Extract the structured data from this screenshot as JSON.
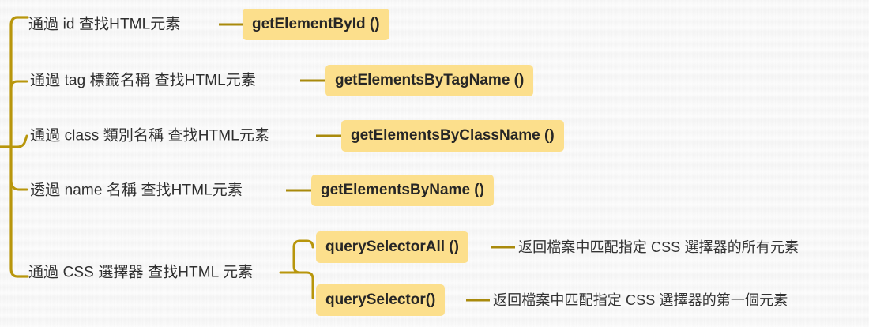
{
  "diagram": {
    "title": "HTML DOM element selection methods",
    "colors": {
      "chip_background": "#fcdf8c",
      "chip_text": "#262626",
      "connector": "#a98a0c",
      "bracket": "#b8960c",
      "label_text": "#2f2f2f",
      "page_background": "#f8f8f8"
    },
    "root_branches": [
      {
        "id": "by-id",
        "label": "通過 id 查找HTML元素",
        "method": "getElementById ()"
      },
      {
        "id": "by-tag",
        "label": "通過 tag 標籤名稱 查找HTML元素",
        "method": "getElementsByTagName ()"
      },
      {
        "id": "by-class",
        "label": "通過 class 類別名稱 查找HTML元素",
        "method": "getElementsByClassName ()"
      },
      {
        "id": "by-name",
        "label": "透過 name 名稱 查找HTML元素",
        "method": "getElementsByName ()"
      },
      {
        "id": "by-css",
        "label": "通過 CSS 選擇器 查找HTML 元素",
        "children": [
          {
            "id": "query-selector-all",
            "method": "querySelectorAll ()",
            "description": "返回檔案中匹配指定 CSS 選擇器的所有元素"
          },
          {
            "id": "query-selector",
            "method": "querySelector()",
            "description": "返回檔案中匹配指定 CSS 選擇器的第一個元素"
          }
        ]
      }
    ]
  }
}
